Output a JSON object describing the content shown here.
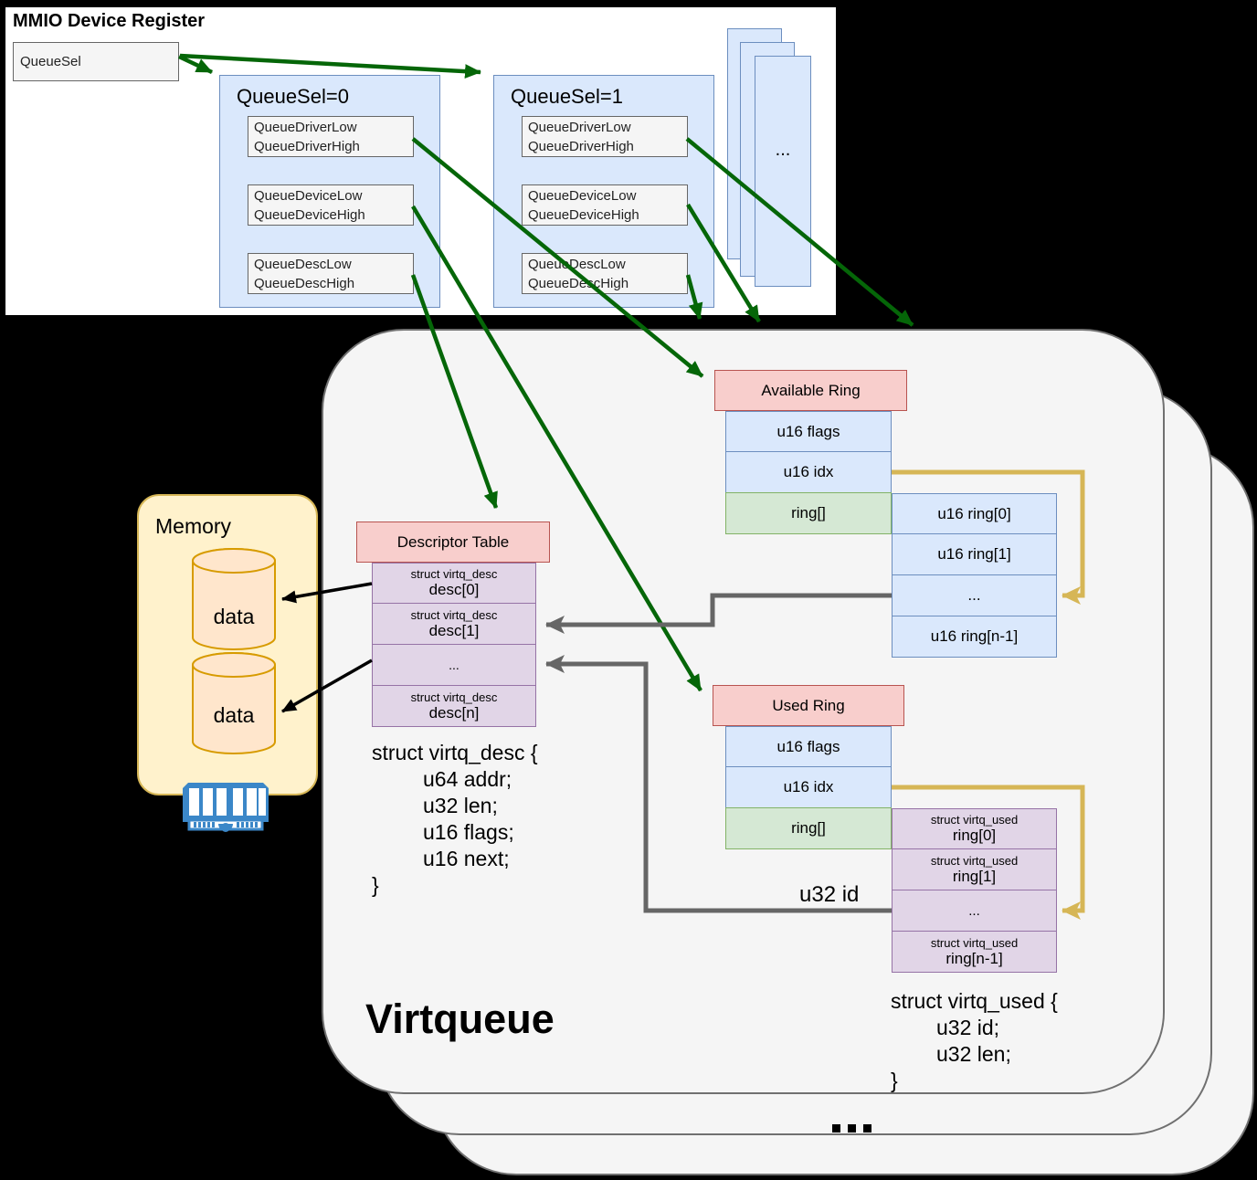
{
  "colors": {
    "green_arrow": "#056608",
    "gold_arrow": "#d6b656",
    "gray_arrow": "#666666",
    "black_arrow": "#000000",
    "blue_fill": "#dae8fc",
    "blue_border": "#6c8ebf",
    "pink_fill": "#f8cecc",
    "pink_border": "#b85450",
    "green_fill": "#d5e8d4",
    "green_border": "#82b366",
    "purple_fill": "#e1d5e7",
    "purple_border": "#9673a6",
    "memory_fill": "#fff2cc",
    "memory_border": "#d6b656",
    "cylinder_fill": "#ffe6cc",
    "cylinder_border": "#d79b00",
    "ram_blue": "#3b87c8"
  },
  "mmio": {
    "title": "MMIO Device Register",
    "queuesel": "QueueSel",
    "more": "...",
    "queue0": {
      "title": "QueueSel=0",
      "reg1a": "QueueDriverLow",
      "reg1b": "QueueDriverHigh",
      "reg2a": "QueueDeviceLow",
      "reg2b": "QueueDeviceHigh",
      "reg3a": "QueueDescLow",
      "reg3b": "QueueDescHigh"
    },
    "queue1": {
      "title": "QueueSel=1",
      "reg1a": "QueueDriverLow",
      "reg1b": "QueueDriverHigh",
      "reg2a": "QueueDeviceLow",
      "reg2b": "QueueDeviceHigh",
      "reg3a": "QueueDescLow",
      "reg3b": "QueueDescHigh"
    }
  },
  "memory": {
    "title": "Memory",
    "data1": "data",
    "data2": "data"
  },
  "virtqueue": {
    "title": "Virtqueue",
    "more": "...",
    "u32_id": "u32 id",
    "available": {
      "header": "Available Ring",
      "flags": "u16 flags",
      "idx": "u16 idx",
      "ring": "ring[]",
      "cells": [
        "u16 ring[0]",
        "u16 ring[1]",
        "...",
        "u16 ring[n-1]"
      ]
    },
    "used": {
      "header": "Used Ring",
      "flags": "u16 flags",
      "idx": "u16 idx",
      "ring": "ring[]",
      "cells": [
        {
          "small": "struct virtq_used",
          "big": "ring[0]"
        },
        {
          "small": "struct virtq_used",
          "big": "ring[1]"
        },
        {
          "small": "",
          "big": "..."
        },
        {
          "small": "struct virtq_used",
          "big": "ring[n-1]"
        }
      ]
    },
    "descriptor": {
      "header": "Descriptor Table",
      "cells": [
        {
          "small": "struct virtq_desc",
          "big": "desc[0]"
        },
        {
          "small": "struct virtq_desc",
          "big": "desc[1]"
        },
        {
          "small": "",
          "big": "..."
        },
        {
          "small": "struct virtq_desc",
          "big": "desc[n]"
        }
      ]
    },
    "desc_code": {
      "l0": "struct virtq_desc {",
      "l1": "u64 addr;",
      "l2": "u32 len;",
      "l3": "u16 flags;",
      "l4": "u16 next;",
      "l5": "}"
    },
    "used_code": {
      "l0": "struct virtq_used {",
      "l1": "u32 id;",
      "l2": "u32 len;",
      "l3": "}"
    }
  }
}
